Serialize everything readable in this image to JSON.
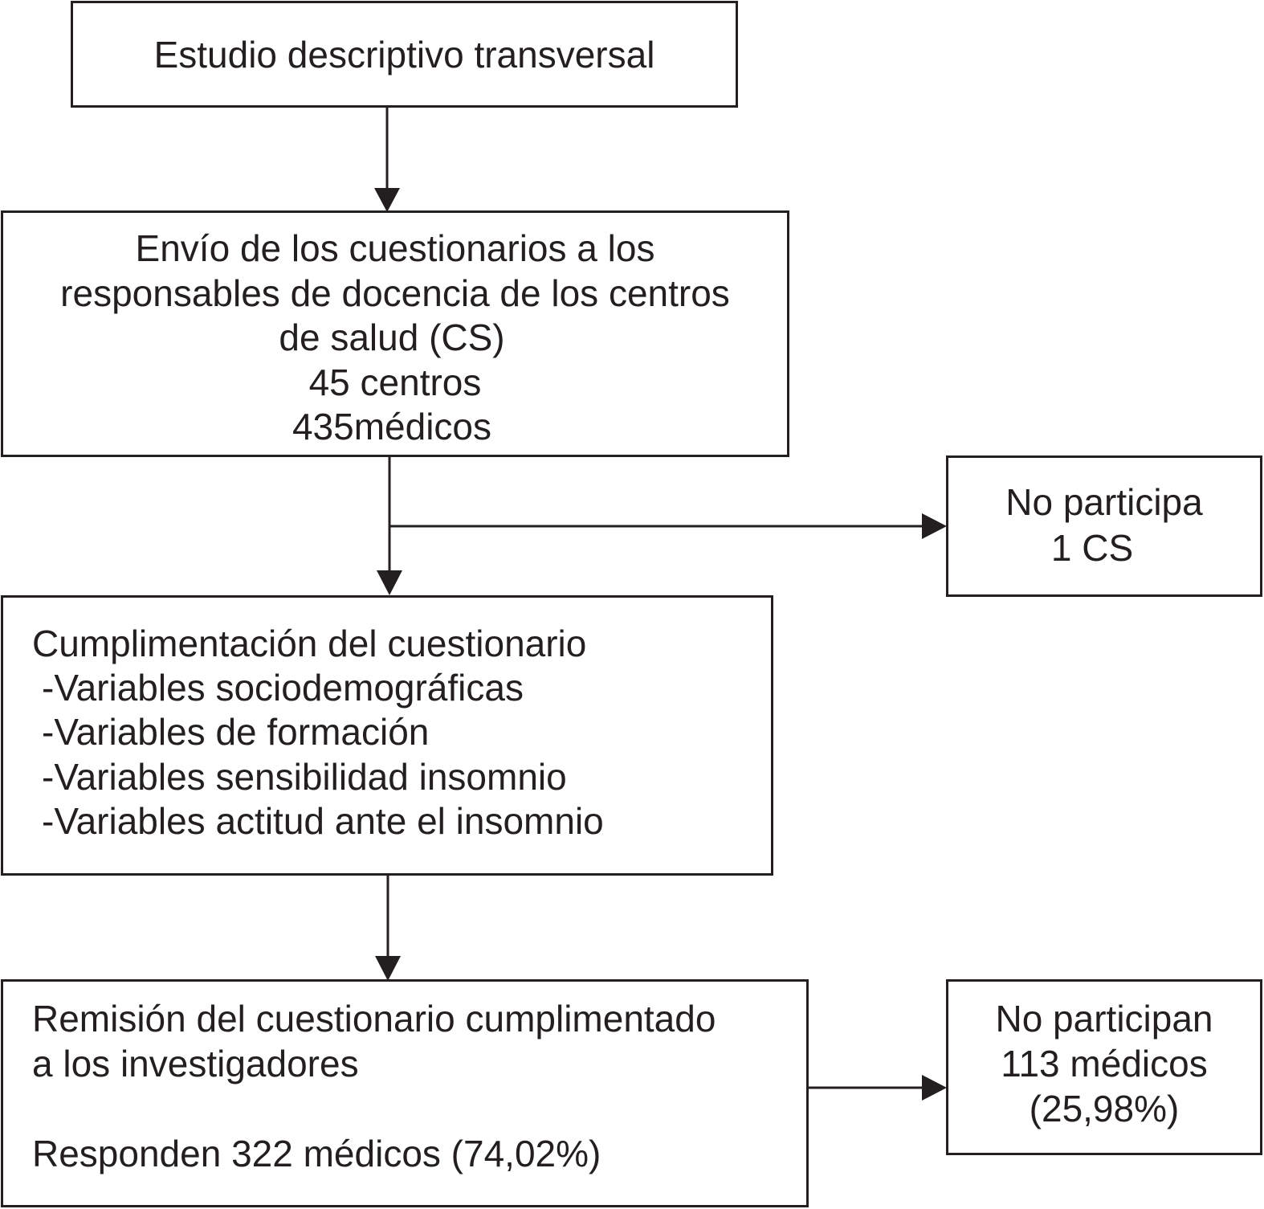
{
  "flow": {
    "box1": {
      "title": "Estudio descriptivo transversal"
    },
    "box2": {
      "lines": [
        "Envío de los cuestionarios a los",
        "responsables de docencia de los centros",
        "de salud (CS)",
        "45 centros",
        "435médicos"
      ]
    },
    "box_excl1": {
      "lines": [
        "No participa",
        "1 CS"
      ]
    },
    "box3": {
      "lines": [
        "Cumplimentación del cuestionario",
        "-Variables sociodemográficas",
        "-Variables de formación",
        "-Variables sensibilidad insomnio",
        "-Variables actitud ante el insomnio"
      ]
    },
    "box4": {
      "lines": [
        "Remisión del cuestionario cumplimentado",
        "a los investigadores",
        "Responden 322 médicos (74,02%)"
      ]
    },
    "box_excl2": {
      "lines": [
        "No participan",
        "113 médicos",
        "(25,98%)"
      ]
    }
  },
  "colors": {
    "stroke": "#231f20",
    "background": "#ffffff"
  }
}
